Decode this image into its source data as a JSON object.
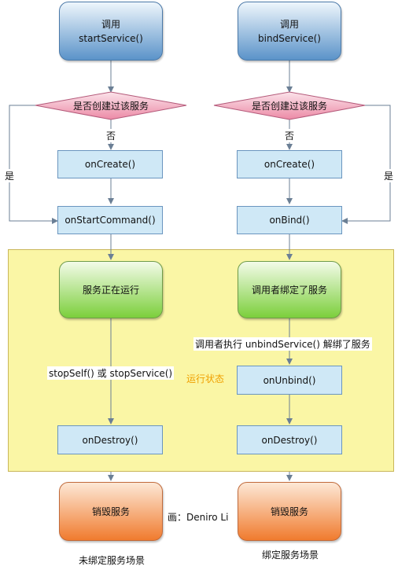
{
  "left": {
    "start_title": "调用",
    "start_sub": "startService()",
    "decision": "是否创建过该服务",
    "no_label": "否",
    "yes_label": "是",
    "on_create": "onCreate()",
    "on_start": "onStartCommand()",
    "running": "服务正在运行",
    "transition": "stopSelf() 或 stopService()",
    "on_destroy": "onDestroy()",
    "end": "销毁服务",
    "caption": "未绑定服务场景"
  },
  "right": {
    "start_title": "调用",
    "start_sub": "bindService()",
    "decision": "是否创建过该服务",
    "no_label": "否",
    "yes_label": "是",
    "on_create": "onCreate()",
    "on_bind": "onBind()",
    "bound": "调用者绑定了服务",
    "transition": "调用者执行 unbindService() 解绑了服务",
    "on_unbind": "onUnbind()",
    "on_destroy": "onDestroy()",
    "end": "销毁服务",
    "caption": "绑定服务场景"
  },
  "state_label": "运行状态",
  "credit": "画：Deniro Li"
}
